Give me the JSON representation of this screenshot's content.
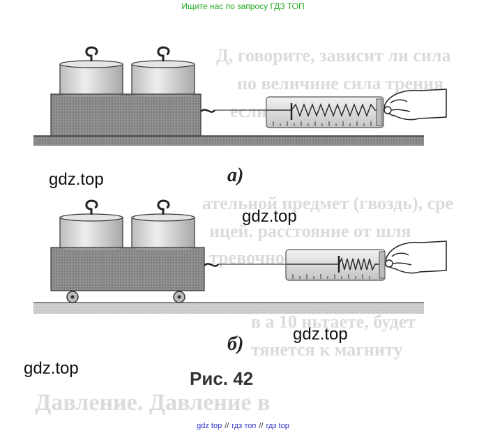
{
  "header_link": "Ищите нас по запросу ГДЗ ТОП",
  "watermarks": [
    "gdz.top",
    "gdz.top",
    "gdz.top",
    "gdz.top"
  ],
  "captions": {
    "a": "а)",
    "b": "б)"
  },
  "figure_label": "Рис. 42",
  "background_text": [
    "Д, говорите, зависит ли сила",
    "по величине сила трения",
    "если площадь тела такая",
    "ательной предмет (гвоздь), сре",
    "ицей. расстояние от шля",
    "тревочное у его конце",
    "в а 10 ньтаете, будет",
    "тянется к магниту",
    "Давление. Давление в"
  ],
  "footer_links": [
    "gdz top",
    "гдз топ",
    "гдз top"
  ],
  "colors": {
    "header": "#22aa22",
    "footer": "#3333cc"
  }
}
